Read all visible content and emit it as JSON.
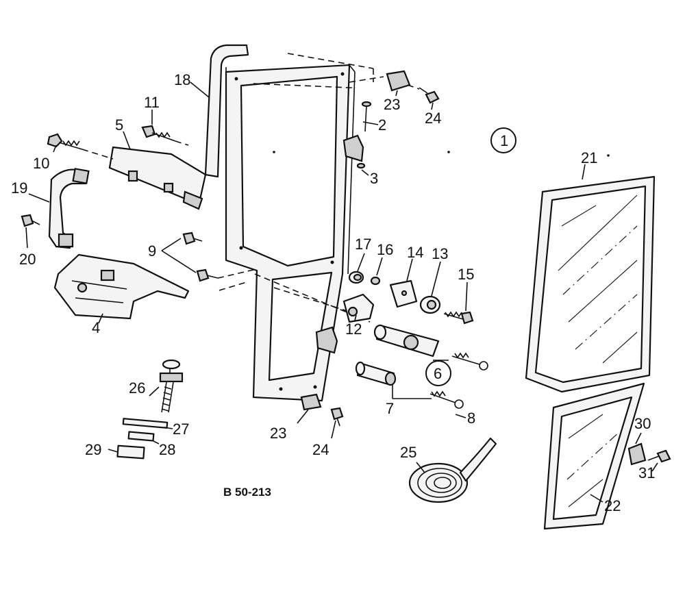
{
  "callouts": {
    "c1": "1",
    "c2": "2",
    "c3": "3",
    "c4": "4",
    "c5": "5",
    "c6": "6",
    "c7": "7",
    "c8": "8",
    "c9": "9",
    "c10": "10",
    "c11": "11",
    "c12": "12",
    "c13": "13",
    "c14": "14",
    "c15": "15",
    "c16": "16",
    "c17": "17",
    "c18": "18",
    "c19": "19",
    "c20": "20",
    "c21": "21",
    "c22": "22",
    "c23a": "23",
    "c23b": "23",
    "c24a": "24",
    "c24b": "24",
    "c25": "25",
    "c26": "26",
    "c27": "27",
    "c28": "28",
    "c29": "29",
    "c30": "30",
    "c31": "31"
  },
  "reference_code": "B 50-213",
  "colors": {
    "line": "#111111",
    "background": "#ffffff"
  }
}
